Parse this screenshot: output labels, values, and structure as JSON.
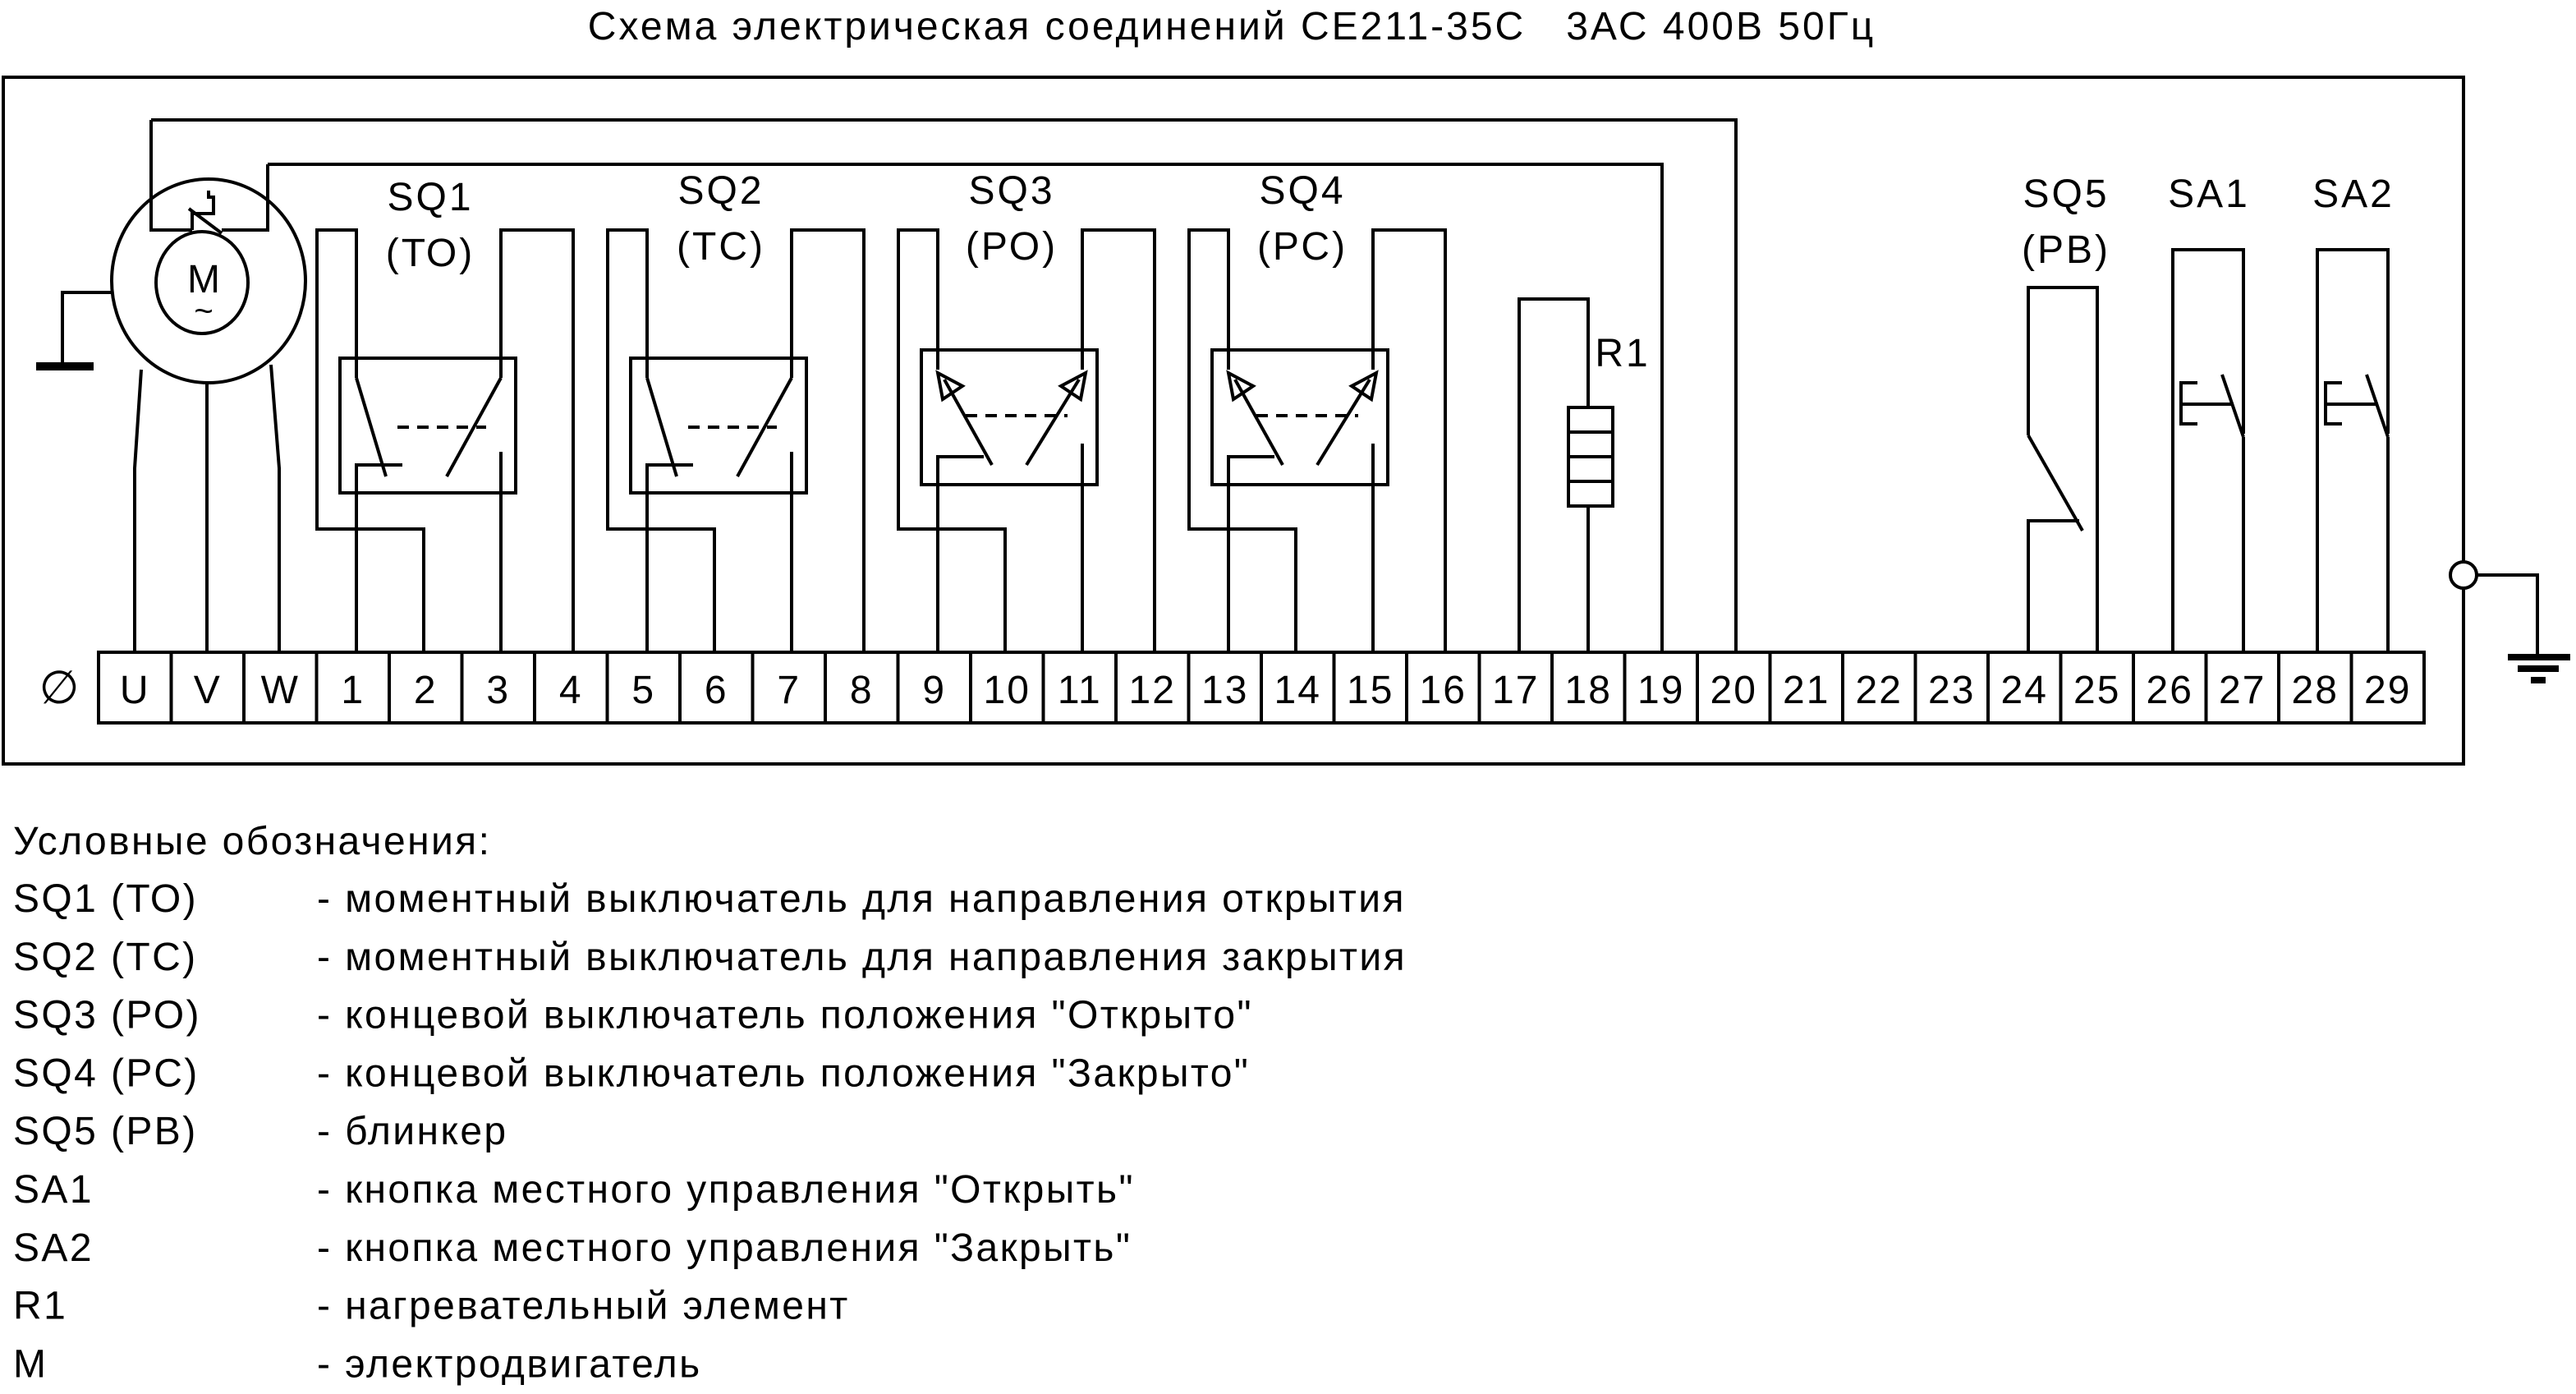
{
  "title": "Схема электрическая соединений СЕ211-35С   3АС 400В 50Гц",
  "motor": {
    "symbol": "M",
    "ac": "~"
  },
  "terminals": {
    "prefix": "∅",
    "labels": [
      "U",
      "V",
      "W",
      "1",
      "2",
      "3",
      "4",
      "5",
      "6",
      "7",
      "8",
      "9",
      "10",
      "11",
      "12",
      "13",
      "14",
      "15",
      "16",
      "17",
      "18",
      "19",
      "20",
      "21",
      "22",
      "23",
      "24",
      "25",
      "26",
      "27",
      "28",
      "29"
    ]
  },
  "components": {
    "sq1": {
      "name": "SQ1",
      "code": "(ТО)"
    },
    "sq2": {
      "name": "SQ2",
      "code": "(ТС)"
    },
    "sq3": {
      "name": "SQ3",
      "code": "(РО)"
    },
    "sq4": {
      "name": "SQ4",
      "code": "(РС)"
    },
    "sq5": {
      "name": "SQ5",
      "code": "(РВ)"
    },
    "sa1": {
      "name": "SA1"
    },
    "sa2": {
      "name": "SA2"
    },
    "r1": {
      "name": "R1"
    }
  },
  "legend": {
    "heading": "Условные обозначения:",
    "items": [
      {
        "key": "SQ1 (ТО)",
        "desc": "- моментный выключатель для направления открытия"
      },
      {
        "key": "SQ2 (ТС)",
        "desc": "- моментный выключатель для направления закрытия"
      },
      {
        "key": "SQ3 (РО)",
        "desc": "- концевой выключатель положения \"Открыто\""
      },
      {
        "key": "SQ4 (РС)",
        "desc": "- концевой выключатель положения \"Закрыто\""
      },
      {
        "key": "SQ5 (РВ)",
        "desc": "- блинкер"
      },
      {
        "key": "SA1",
        "desc": "- кнопка местного управления \"Открыть\""
      },
      {
        "key": "SA2",
        "desc": "- кнопка местного управления \"Закрыть\""
      },
      {
        "key": "R1",
        "desc": "- нагревательный элемент"
      },
      {
        "key": "M",
        "desc": "- электродвигатель"
      }
    ]
  }
}
